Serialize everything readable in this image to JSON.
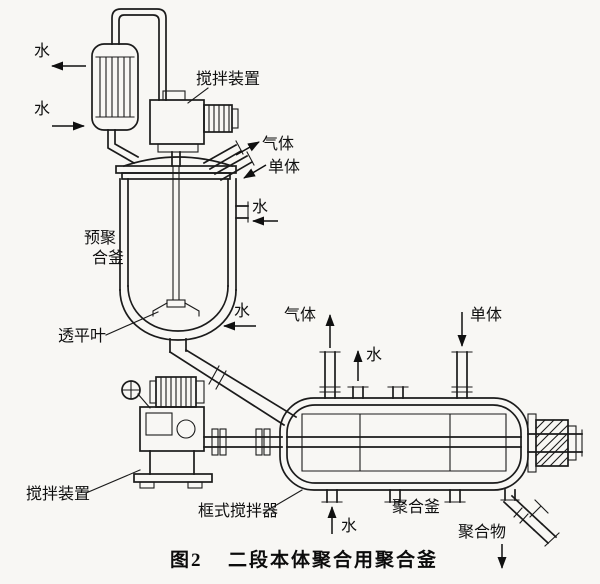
{
  "figure": {
    "caption_no": "图2",
    "caption_title": "二段本体聚合用聚合釜"
  },
  "labels": {
    "water": "水",
    "gas": "气体",
    "monomer": "单体",
    "stirrer": "搅拌装置",
    "pre_polymerizer_line1": "预聚",
    "pre_polymerizer_line2": "合釜",
    "turbine_blade": "透平叶",
    "frame_stirrer": "框式搅拌器",
    "polymerizer": "聚合釜",
    "polymer": "聚合物"
  }
}
